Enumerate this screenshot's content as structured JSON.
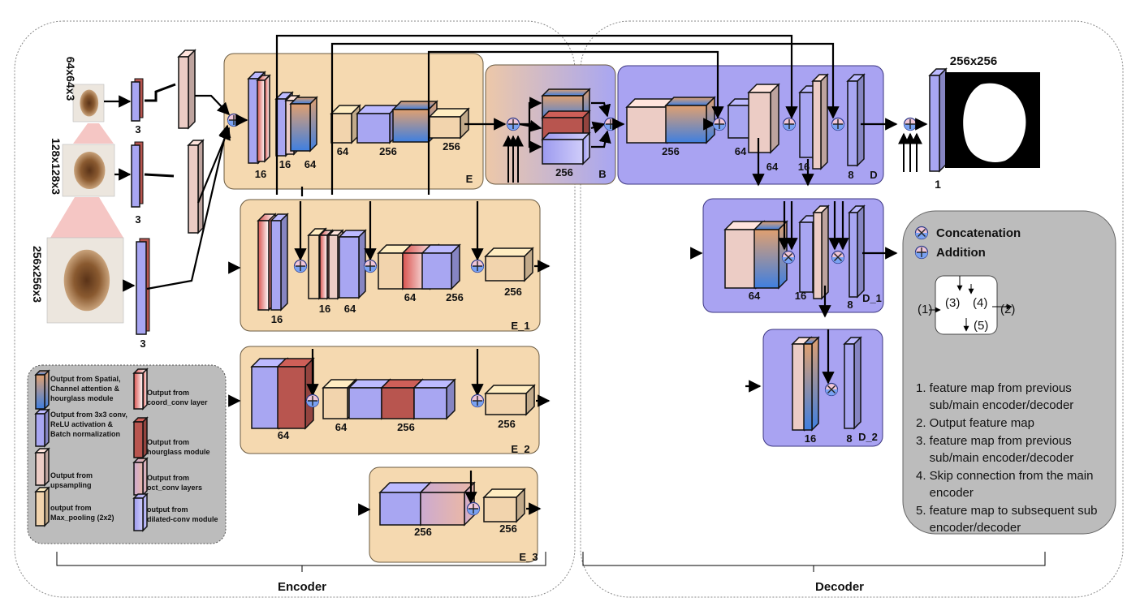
{
  "sections": {
    "encoder_label": "Encoder",
    "decoder_label": "Decoder"
  },
  "inputs": {
    "sizes": [
      "64x64x3",
      "128x128x3",
      "256x256x3"
    ],
    "channels": [
      "3",
      "3",
      "3"
    ]
  },
  "output": {
    "size": "256x256",
    "channel": "1"
  },
  "blocks": {
    "E": {
      "name": "E",
      "channels": [
        "16",
        "16",
        "64",
        "64",
        "256",
        "256"
      ]
    },
    "B": {
      "name": "B",
      "channels": [
        "256"
      ]
    },
    "D": {
      "name": "D",
      "channels": [
        "256",
        "64",
        "64",
        "16",
        "8"
      ]
    },
    "E_1": {
      "name": "E_1",
      "channels": [
        "16",
        "16",
        "64",
        "64",
        "256",
        "256"
      ]
    },
    "E_2": {
      "name": "E_2",
      "channels": [
        "64",
        "64",
        "256",
        "256"
      ]
    },
    "E_3": {
      "name": "E_3",
      "channels": [
        "256",
        "256"
      ]
    },
    "D_1": {
      "name": "D_1",
      "channels": [
        "64",
        "16",
        "8"
      ]
    },
    "D_2": {
      "name": "D_2",
      "channels": [
        "16",
        "8"
      ]
    }
  },
  "legend": {
    "items": [
      {
        "text": [
          "Output from Spatial,",
          "Channel attention &",
          "hourglass module"
        ]
      },
      {
        "text": [
          "Output from 3x3 conv,",
          "ReLU activation &",
          "Batch normalization"
        ]
      },
      {
        "text": [
          "Output from",
          "upsampling"
        ]
      },
      {
        "text": [
          "output from",
          "Max_pooling (2x2)"
        ]
      },
      {
        "text": [
          "Output from",
          "coord_conv layer"
        ]
      },
      {
        "text": [
          "Output from",
          "hourglass module"
        ]
      },
      {
        "text": [
          "Output from",
          "oct_conv layers"
        ]
      },
      {
        "text": [
          "output from",
          "dilated-conv module"
        ]
      }
    ]
  },
  "info": {
    "concatenation": "Concatenation",
    "addition": "Addition",
    "mini_labels": [
      "(1)",
      "(2)",
      "(3)",
      "(4)",
      "(5)"
    ],
    "notes": [
      [
        "1. feature map from previous",
        "    sub/main encoder/decoder"
      ],
      [
        "2. Output feature map"
      ],
      [
        "3. feature map from previous",
        "    sub/main encoder/decoder"
      ],
      [
        "4. Skip connection from the main",
        "    encoder"
      ],
      [
        "5. feature map to subsequent sub",
        "    encoder/decoder"
      ]
    ]
  },
  "colors": {
    "encoder_block": "#f5d9b0",
    "decoder_block": "#a9a3f2",
    "conv_blue": "#a8a6f2",
    "upsample_pink": "#ecccc5",
    "maxpool_tan": "#f2d4ad",
    "hourglass_red": "#b8554f",
    "legend_panel": "#bcbcbc"
  }
}
